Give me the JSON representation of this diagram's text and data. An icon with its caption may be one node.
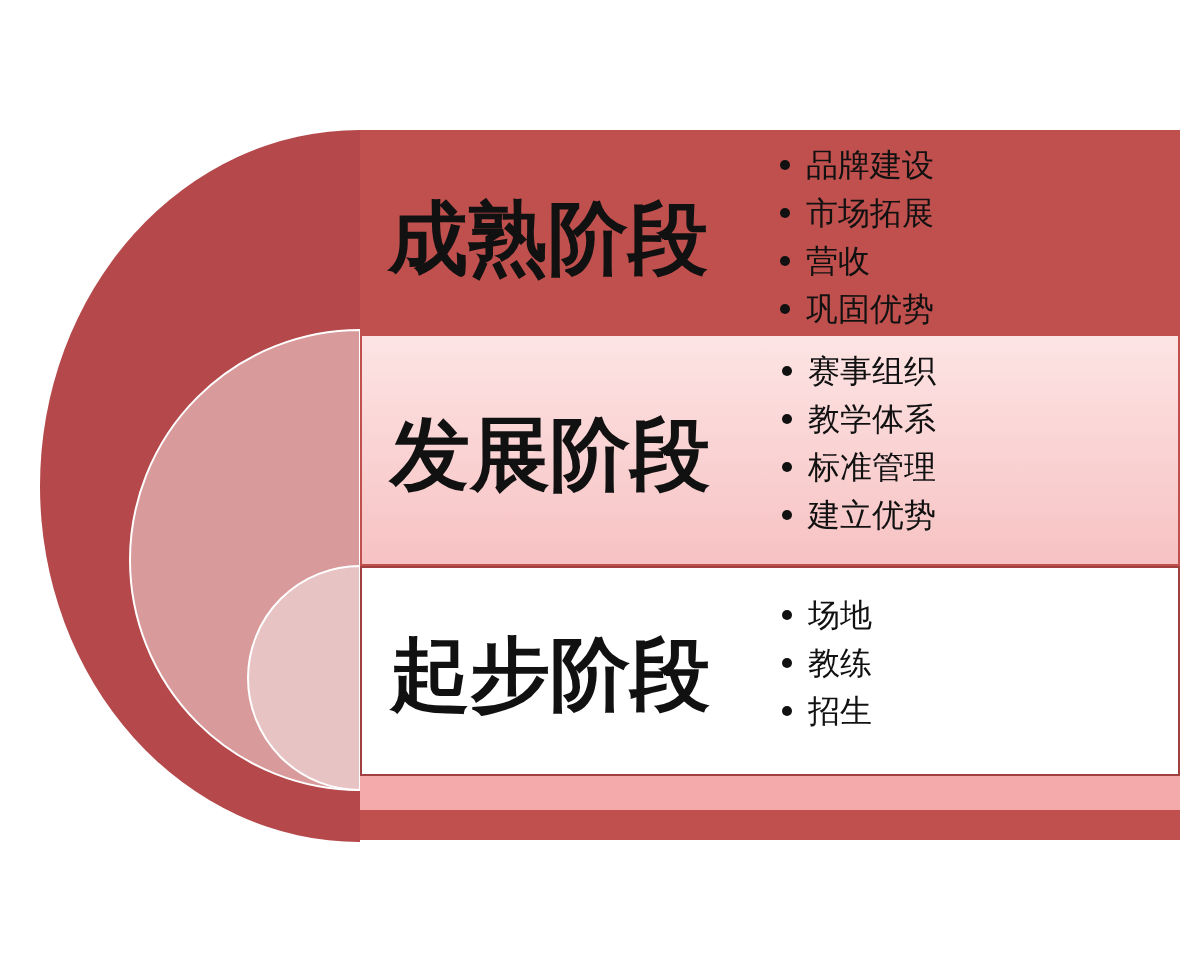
{
  "diagram": {
    "nodes": [
      {
        "text": [
          "成熟阶段",
          "品牌建设",
          "市场拓展",
          "营收",
          "巩固优势"
        ]
      },
      {
        "text": [
          "发展阶段",
          "赛事组织",
          "教学体系",
          "标准管理",
          "建立优势"
        ]
      },
      {
        "text": [
          "起步阶段",
          "场地",
          "教练",
          "招生"
        ]
      }
    ]
  }
}
